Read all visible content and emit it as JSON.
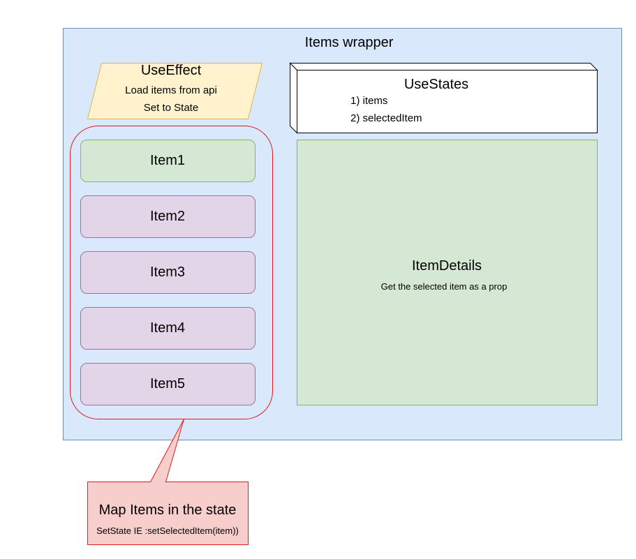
{
  "wrapper": {
    "title": "Items wrapper"
  },
  "use_effect": {
    "title": "UseEffect",
    "lines": [
      "Load items from api",
      "Set to State"
    ]
  },
  "use_states": {
    "title": "UseStates",
    "lines": [
      "1) items",
      "2) selectedItem"
    ]
  },
  "items": [
    {
      "label": "Item1",
      "selected": true
    },
    {
      "label": "Item2",
      "selected": false
    },
    {
      "label": "Item3",
      "selected": false
    },
    {
      "label": "Item4",
      "selected": false
    },
    {
      "label": "Item5",
      "selected": false
    }
  ],
  "item_details": {
    "title": "ItemDetails",
    "subtitle": "Get the selected item as a prop"
  },
  "callout": {
    "title": "Map Items in the state",
    "subtitle": "SetState IE :setSelectedItem(item))"
  },
  "colors": {
    "wrapper_fill": "#dae8fc",
    "wrapper_stroke": "#6c8ebf",
    "effect_fill": "#fff2cc",
    "effect_stroke": "#d6b656",
    "selected_fill": "#d5e8d4",
    "selected_stroke": "#82b366",
    "item_fill": "#e1d5e7",
    "item_stroke": "#9673a6",
    "callout_fill": "#f8cecc",
    "callout_stroke": "#e31a1c",
    "group_stroke": "#e31a1c",
    "details_fill": "#d5e8d4",
    "details_stroke": "#82b366"
  }
}
